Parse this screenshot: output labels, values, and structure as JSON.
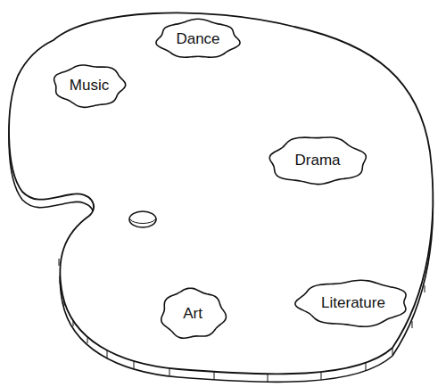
{
  "diagram": {
    "nodes": [
      {
        "text": [
          "Dance"
        ]
      },
      {
        "text": [
          "Music"
        ]
      },
      {
        "text": [
          "Drama"
        ]
      },
      {
        "text": [
          "Literature"
        ]
      },
      {
        "text": [
          "Art"
        ]
      }
    ]
  }
}
